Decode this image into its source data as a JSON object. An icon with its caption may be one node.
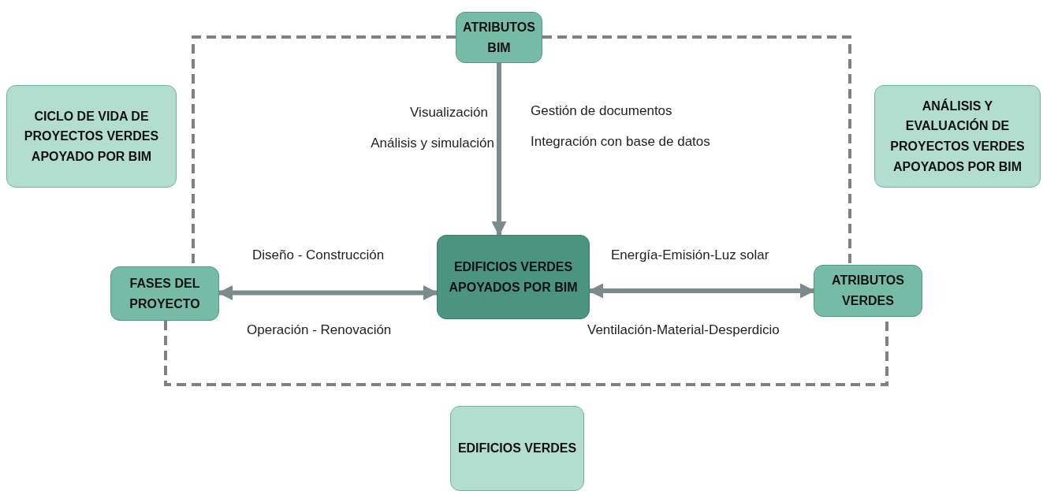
{
  "diagram": {
    "nodes": [
      {
        "text": [
          "ATRIBUTOS BIM"
        ]
      },
      {
        "text": [
          "CICLO DE VIDA DE PROYECTOS VERDES APOYADO POR BIM"
        ]
      },
      {
        "text": [
          "ANÁLISIS Y EVALUACIÓN DE PROYECTOS VERDES APOYADOS POR BIM"
        ]
      },
      {
        "text": [
          "FASES DEL PROYECTO"
        ]
      },
      {
        "text": [
          "EDIFICIOS VERDES APOYADOS POR BIM"
        ]
      },
      {
        "text": [
          "ATRIBUTOS VERDES"
        ]
      },
      {
        "text": [
          "EDIFICIOS VERDES"
        ]
      }
    ],
    "edges": [
      {
        "from": 0,
        "to": 4,
        "arrow": "to"
      },
      {
        "from": 3,
        "to": 4,
        "arrow": "both"
      },
      {
        "from": 4,
        "to": 5,
        "arrow": "both"
      },
      {
        "from": 0,
        "to": 3,
        "arrow": "none",
        "style": "dashed",
        "color": "#808080"
      },
      {
        "from": 0,
        "to": 5,
        "arrow": "none",
        "style": "dashed",
        "color": "#808080"
      },
      {
        "from": 3,
        "to": 5,
        "arrow": "none",
        "style": "dashed",
        "color": "#808080"
      }
    ],
    "labels": [
      "Visualización",
      "Gestión de documentos",
      "Análisis y simulación",
      "Integración con base de datos",
      "Diseño - Construcción",
      "Energía-Emisión-Luz solar",
      "Operación - Renovación",
      "Ventilación-Material-Desperdicio"
    ]
  }
}
